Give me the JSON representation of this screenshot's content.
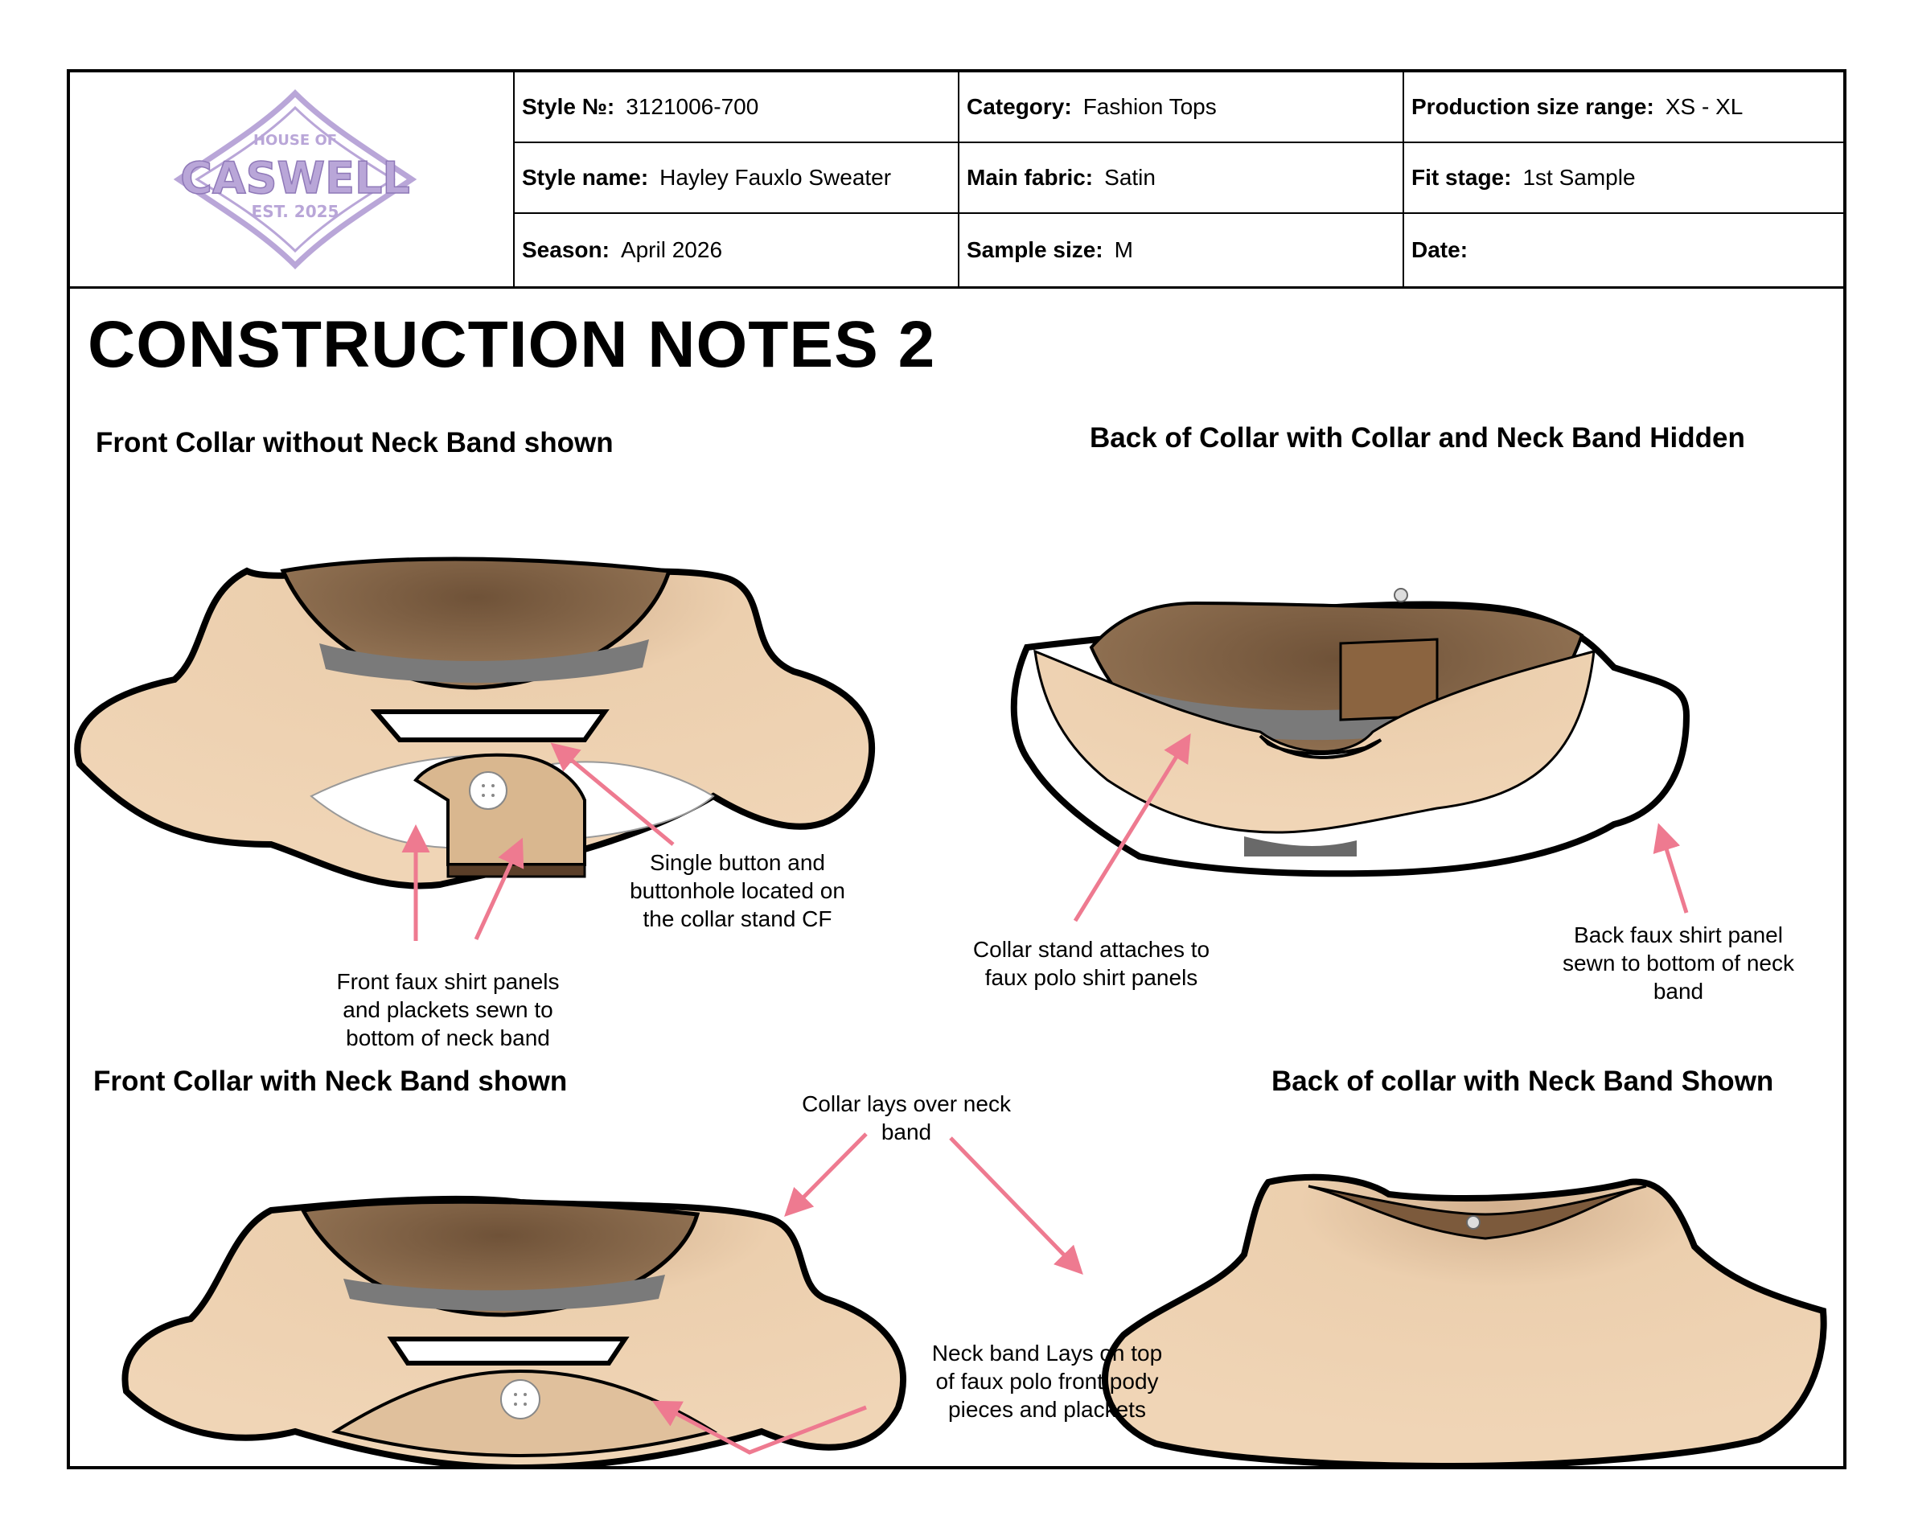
{
  "brand": {
    "line1": "HOUSE OF",
    "name": "CASWELL",
    "est": "EST. 2025",
    "color": "#b9a6d8"
  },
  "header": {
    "style_no": {
      "label": "Style №:",
      "value": "3121006-700"
    },
    "category": {
      "label": "Category:",
      "value": "Fashion Tops"
    },
    "size_range": {
      "label": "Production size range:",
      "value": "XS - XL"
    },
    "style_name": {
      "label": "Style name:",
      "value": "Hayley Fauxlo Sweater"
    },
    "main_fabric": {
      "label": "Main fabric:",
      "value": "Satin"
    },
    "fit_stage": {
      "label": "Fit stage:",
      "value": "1st Sample"
    },
    "season": {
      "label": "Season:",
      "value": "April 2026"
    },
    "sample_size": {
      "label": "Sample size:",
      "value": "M"
    },
    "date": {
      "label": "Date:",
      "value": ""
    }
  },
  "page_title": "CONSTRUCTION NOTES 2",
  "sections": {
    "front_no_band": "Front Collar without Neck Band shown",
    "back_hidden": "Back of Collar with Collar and Neck Band Hidden",
    "front_band": "Front Collar with Neck Band shown",
    "back_band": "Back of collar with Neck Band Shown"
  },
  "notes": {
    "button": [
      "Single button and",
      "buttonhole located on",
      "the collar stand CF"
    ],
    "front_panels": [
      "Front faux shirt panels",
      "and plackets sewn to",
      "bottom of neck band"
    ],
    "collar_stand": [
      "Collar stand attaches to",
      "faux polo shirt panels"
    ],
    "back_panel": [
      "Back faux shirt panel",
      "sewn to bottom of neck",
      "band"
    ],
    "collar_over": [
      "Collar lays over neck",
      "band"
    ],
    "band_top": [
      "Neck band Lays on top",
      "of faux polo front pody",
      "pieces and plackets"
    ]
  },
  "colors": {
    "collar": "#eccfae",
    "inner": "#8b6a4a",
    "shadow": "#7a7a7a",
    "arrow": "#ee7a90"
  },
  "icons": [
    "button-icon"
  ]
}
